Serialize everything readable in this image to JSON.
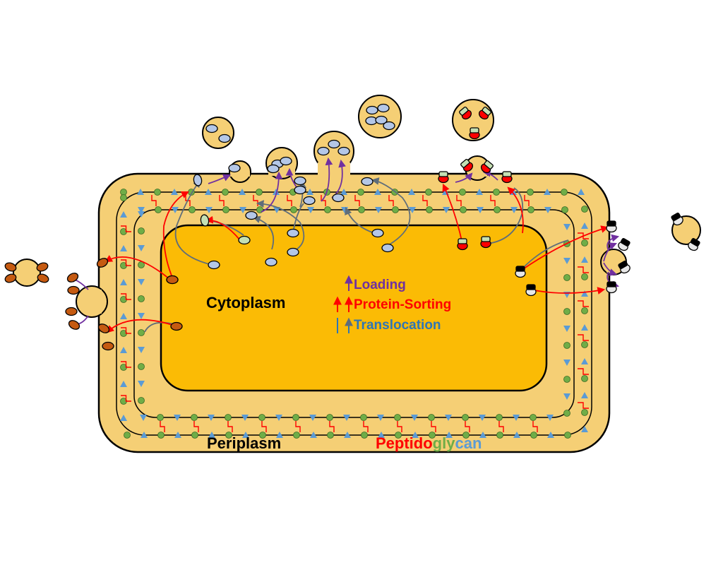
{
  "labels": {
    "cytoplasm": "Cytoplasm",
    "periplasm": "Periplasm",
    "peptidoglycan": {
      "part1": "Peptido",
      "part2": "gly",
      "part3": "can"
    }
  },
  "legend": {
    "loading": "Loading",
    "protein_sorting": "Protein-Sorting",
    "translocation": "Translocation"
  },
  "colors": {
    "periplasm_fill": "#f5cf75",
    "cytoplasm_fill": "#fbbb05",
    "loading_arrow": "#7030a0",
    "sorting_arrow": "#ff0000",
    "translocation_arrow": "#5f6d7a",
    "legend_translocation": "#2e75b6",
    "peptidoglycan_green": "#70ad47",
    "peptidoglycan_blue": "#5b9bd5",
    "cargo_blue": "#b4c7e7",
    "cargo_green": "#c5e0b4",
    "cargo_red": "#ff0000",
    "cargo_brown": "#c55a11",
    "cargo_black": "#000000"
  },
  "icons": {
    "cell_envelope": "rounded-rectangle-cell",
    "cytoplasm": "rounded-rectangle-core",
    "vesicle": "circle-vesicle",
    "protein": "ellipse-protein",
    "arrow": "curved-arrow"
  }
}
